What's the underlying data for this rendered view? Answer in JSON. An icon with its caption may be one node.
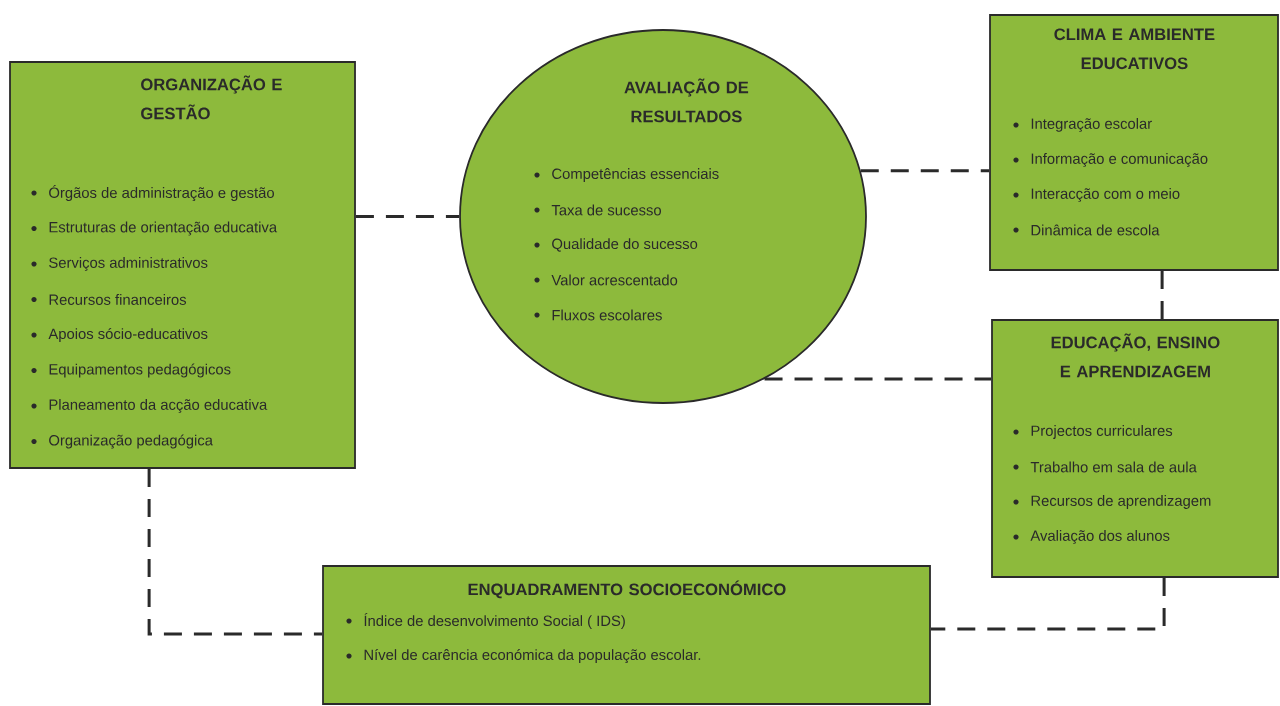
{
  "diagram": {
    "nodes": [
      {
        "text": [
          "ORGANIZAÇÃO E GESTÃO",
          "Órgãos de administração e gestão",
          "Estruturas de orientação educativa",
          "Serviços administrativos",
          "Recursos financeiros",
          "Apoios sócio-educativos",
          "Equipamentos pedagógicos",
          "Planeamento da acção educativa",
          "Organização pedagógica"
        ]
      },
      {
        "text": [
          "AVALIAÇÃO DE RESULTADOS",
          "Competências essenciais",
          "Taxa de sucesso",
          "Qualidade do sucesso",
          "Valor acrescentado",
          "Fluxos escolares"
        ]
      },
      {
        "text": [
          "CLIMA E AMBIENTE EDUCATIVOS",
          "Integração escolar",
          "Informação e comunicação",
          "Interacção com o meio",
          "Dinâmica de escola"
        ]
      },
      {
        "text": [
          "EDUCAÇÃO, ENSINO E APRENDIZAGEM",
          "Projectos curriculares",
          "Trabalho em sala de aula",
          "Recursos de aprendizagem",
          "Avaliação dos alunos"
        ]
      },
      {
        "text": [
          "ENQUADRAMENTO SOCIOECONÓMICO",
          "Índice de desenvolvimento Social ( IDS)",
          "Nível de carência económica da população escolar."
        ]
      }
    ],
    "edges": [
      {
        "from": 0,
        "to": 1,
        "arrow": "none",
        "style": "dashed"
      },
      {
        "from": 1,
        "to": 2,
        "arrow": "none",
        "style": "dashed"
      },
      {
        "from": 2,
        "to": 3,
        "arrow": "none",
        "style": "dashed"
      },
      {
        "from": 1,
        "to": 3,
        "arrow": "none",
        "style": "dashed"
      },
      {
        "from": 0,
        "to": 4,
        "arrow": "none",
        "style": "dashed"
      },
      {
        "from": 3,
        "to": 4,
        "arrow": "none",
        "style": "dashed"
      }
    ]
  }
}
